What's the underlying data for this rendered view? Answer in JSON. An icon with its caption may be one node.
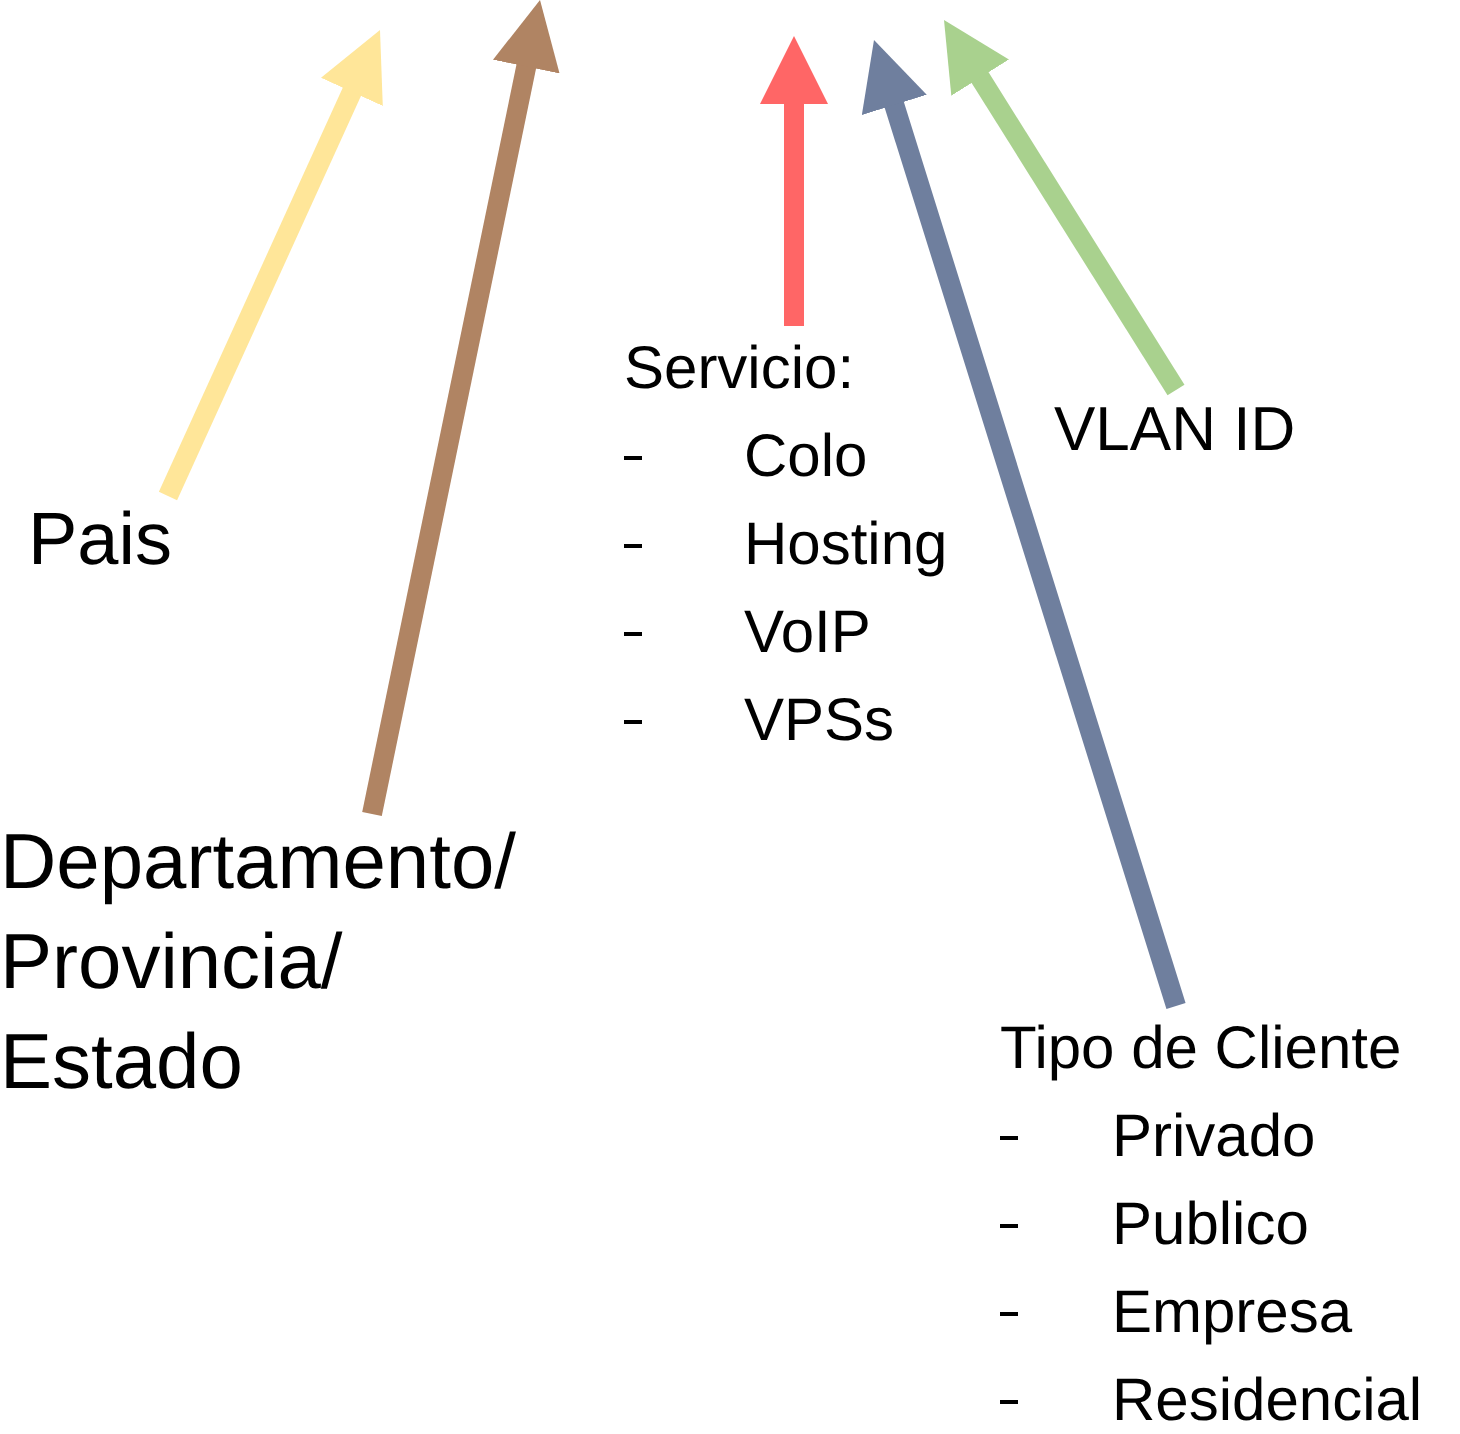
{
  "diagram": {
    "nodes": [
      {
        "text": [
          "Pais"
        ]
      },
      {
        "text": [
          "Departamento/ Provincia/ Estado"
        ]
      },
      {
        "text": [
          "Servicio:",
          "Colo",
          "Hosting",
          "VoIP",
          "VPSs"
        ]
      },
      {
        "text": [
          "VLAN ID"
        ]
      },
      {
        "text": [
          "Tipo de Cliente",
          "Privado",
          "Publico",
          "Empresa",
          "Residencial"
        ]
      }
    ],
    "edges": [
      {
        "from": 0,
        "to": null,
        "arrow": "to",
        "color": "#ffe699"
      },
      {
        "from": 1,
        "to": null,
        "arrow": "to",
        "color": "#b08463"
      },
      {
        "from": 2,
        "to": null,
        "arrow": "to",
        "color": "#ff6666"
      },
      {
        "from": 4,
        "to": null,
        "arrow": "to",
        "color": "#6f7f9e"
      },
      {
        "from": 3,
        "to": null,
        "arrow": "to",
        "color": "#a9d18e"
      }
    ]
  }
}
